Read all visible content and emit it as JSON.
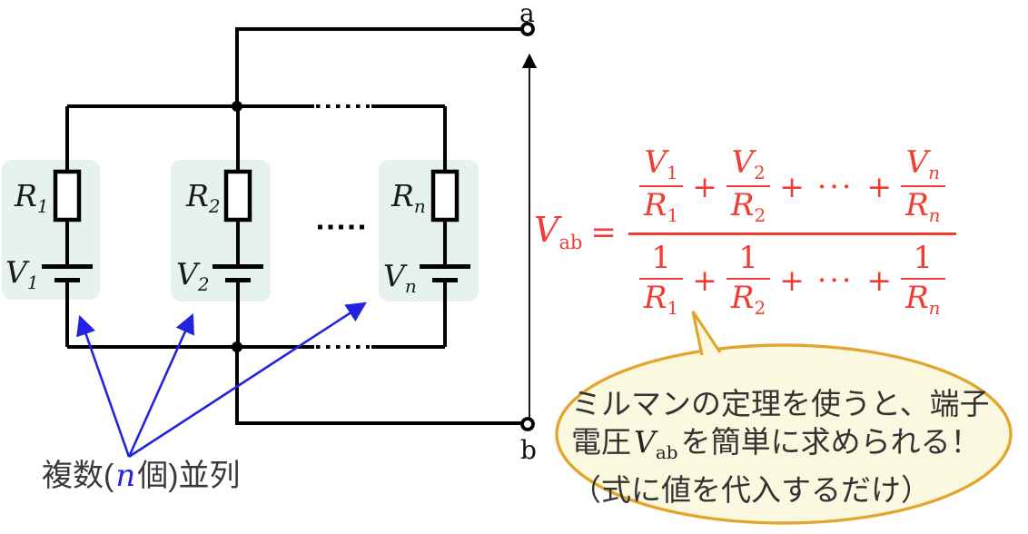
{
  "colors": {
    "wire": "#000000",
    "branch_highlight_green": "#e6f3ec",
    "formula_red": "#f23c31",
    "arrow_blue": "#2222e0",
    "bubble_fill": "#fbf8e0",
    "bubble_border": "#e2a62f",
    "text_dark": "#3a3a3a"
  },
  "circuit": {
    "terminal_a": "a",
    "terminal_b": "b",
    "branches": [
      {
        "resistor_base": "R",
        "resistor_sub": "1",
        "source_base": "V",
        "source_sub": "1"
      },
      {
        "resistor_base": "R",
        "resistor_sub": "2",
        "source_base": "V",
        "source_sub": "2"
      },
      {
        "resistor_base": "R",
        "resistor_sub": "n",
        "source_base": "V",
        "source_sub": "n"
      }
    ],
    "parallel_note": {
      "prefix": "複数(",
      "math": "n",
      "suffix": "個)並列"
    }
  },
  "formula": {
    "lhs_base": "V",
    "lhs_sub": "ab",
    "equals": "=",
    "plus": "+",
    "cdots": "···",
    "numerator_terms": [
      {
        "num_base": "V",
        "num_sub": "1",
        "den_base": "R",
        "den_sub": "1"
      },
      {
        "num_base": "V",
        "num_sub": "2",
        "den_base": "R",
        "den_sub": "2"
      },
      {
        "num_base": "V",
        "num_sub": "n",
        "den_base": "R",
        "den_sub": "n"
      }
    ],
    "denominator_terms": [
      {
        "num": "1",
        "den_base": "R",
        "den_sub": "1"
      },
      {
        "num": "1",
        "den_base": "R",
        "den_sub": "2"
      },
      {
        "num": "1",
        "den_base": "R",
        "den_sub": "n"
      }
    ]
  },
  "bubble": {
    "line1": "ミルマンの定理を使うと、端子",
    "line2_prefix": "電圧",
    "line2_math_base": "V",
    "line2_math_sub": "ab",
    "line2_suffix": "を簡単に求められる！",
    "line3": "（式に値を代入するだけ）"
  }
}
